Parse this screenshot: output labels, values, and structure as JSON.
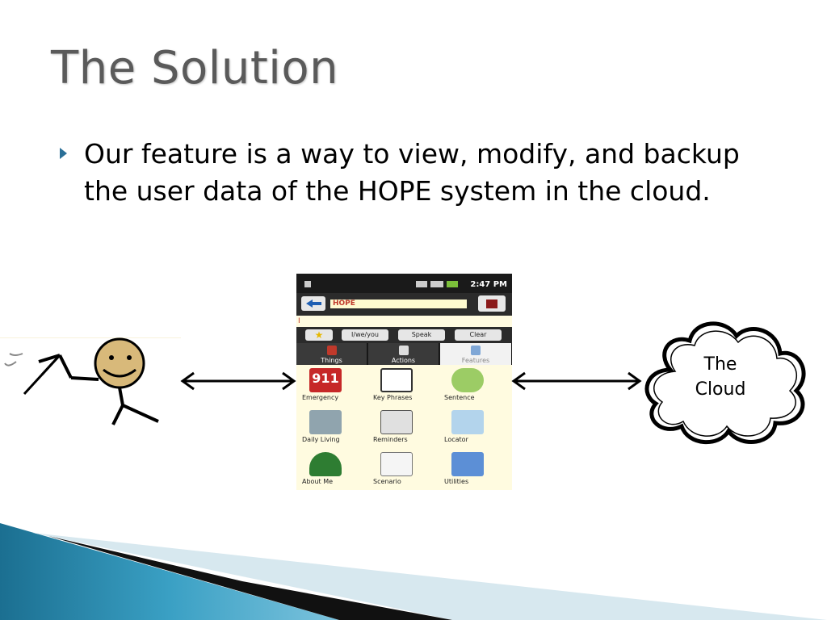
{
  "slide": {
    "title": "The Solution",
    "bullet": "Our feature is a way to view, modify, and backup the user data of the HOPE system in the cloud."
  },
  "cloud": {
    "line1": "The",
    "line2": "Cloud"
  },
  "phone": {
    "clock": "2:47 PM",
    "app_field": "HOPE",
    "input_text": "I",
    "buttons": {
      "pronouns": "I/we/you",
      "speak": "Speak",
      "clear": "Clear"
    },
    "tabs": [
      "Things",
      "Actions",
      "Features"
    ],
    "active_tab": "Features",
    "grid_items": [
      {
        "label": "Emergency",
        "icon": "emergency-911-icon"
      },
      {
        "label": "Key Phrases",
        "icon": "speech-bubble-icon"
      },
      {
        "label": "Sentence",
        "icon": "person-speech-icon"
      },
      {
        "label": "Daily Living",
        "icon": "daily-living-icon"
      },
      {
        "label": "Reminders",
        "icon": "calendar-clock-icon"
      },
      {
        "label": "Locator",
        "icon": "locator-signal-icon"
      },
      {
        "label": "About Me",
        "icon": "user-profile-icon"
      },
      {
        "label": "Scenario",
        "icon": "checklist-icon"
      },
      {
        "label": "Utilities",
        "icon": "tools-icon"
      }
    ],
    "emergency_text": "911"
  },
  "colors": {
    "title": "#5a5a5a",
    "bullet_marker": "#2a6f97",
    "deco_blue": "#1f7fa6",
    "deco_light": "#cfe3ea"
  }
}
